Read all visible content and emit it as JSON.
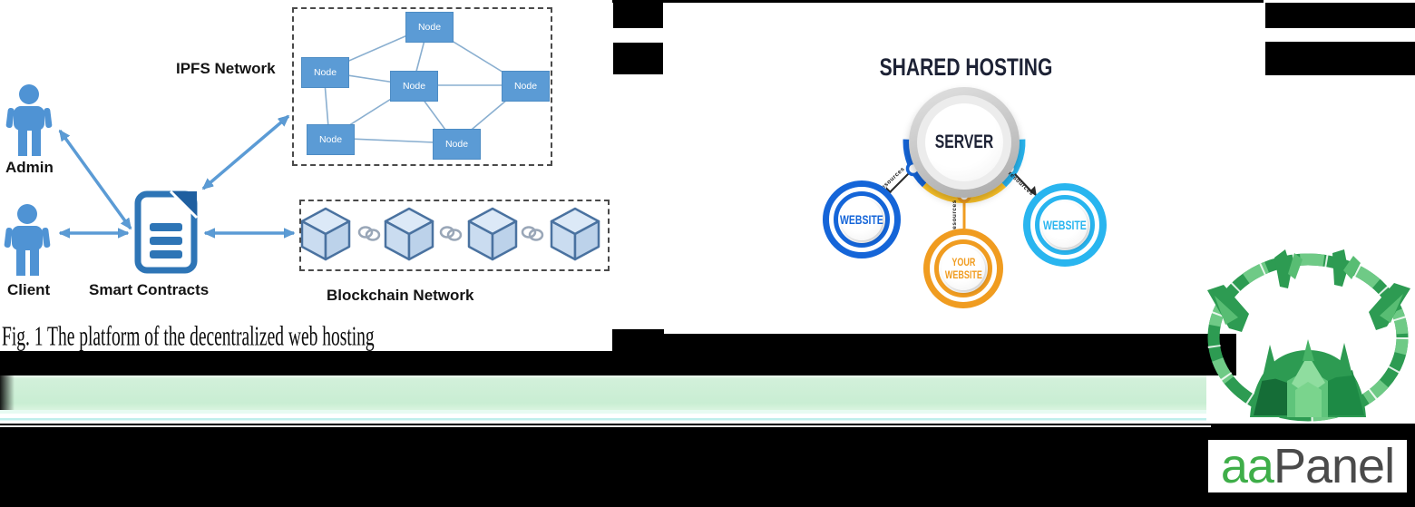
{
  "figure1": {
    "caption": "Fig. 1 The platform of the decentralized web hosting",
    "admin_label": "Admin",
    "client_label": "Client",
    "smart_contracts_label": "Smart Contracts",
    "ipfs_label": "IPFS Network",
    "blockchain_label": "Blockchain Network",
    "node_label": "Node",
    "node_count": 6,
    "block_count": 4,
    "node_color": "#5b9bd5",
    "arrow_color": "#5b9bd5"
  },
  "shared_hosting": {
    "title": "SHARED HOSTING",
    "server_label": "SERVER",
    "left_website_label": "WEBSITE",
    "right_website_label": "WEBSITE",
    "your_website_line1": "YOUR",
    "your_website_line2": "WEBSITE",
    "connector_label": "resources",
    "colors": {
      "blue": "#1565d8",
      "cyan": "#29b5ef",
      "orange": "#f09c20",
      "yellow": "#ffc62a",
      "title": "#1d2235"
    }
  },
  "brand": {
    "aa": "aa",
    "panel": "Panel",
    "green": "#3fae49",
    "gray": "#4a4a4a"
  }
}
